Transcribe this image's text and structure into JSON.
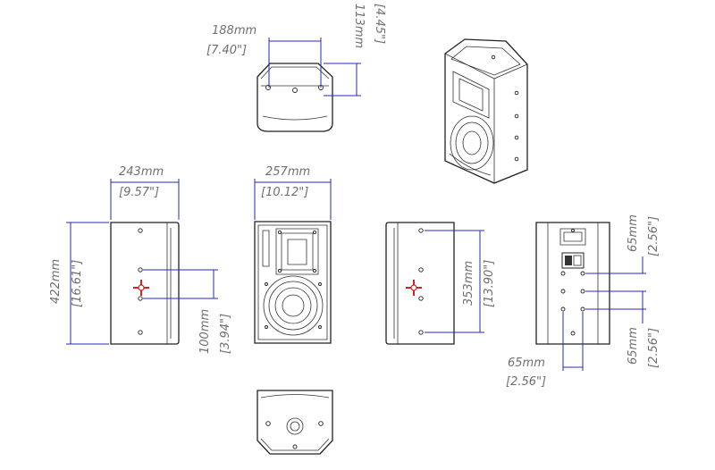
{
  "dimensions": {
    "top_width": {
      "mm": "188mm",
      "in": "[7.40\"]"
    },
    "top_depth": {
      "mm": "113mm",
      "in": "[4.45\"]"
    },
    "side_depth": {
      "mm": "243mm",
      "in": "[9.57\"]"
    },
    "front_width": {
      "mm": "257mm",
      "in": "[10.12\"]"
    },
    "height": {
      "mm": "422mm",
      "in": "[16.61\"]"
    },
    "mount_offset": {
      "mm": "100mm",
      "in": "[3.94\"]"
    },
    "mount_height": {
      "mm": "353mm",
      "in": "[13.90\"]"
    },
    "rear_spacing_upper": {
      "mm": "65mm",
      "in": "[2.56\"]"
    },
    "rear_spacing_lower": {
      "mm": "65mm",
      "in": "[2.56\"]"
    },
    "rear_spacing_horizontal": {
      "mm": "65mm",
      "in": "[2.56\"]"
    }
  },
  "colors": {
    "dimension_line": "#2a2ab8",
    "center_of_gravity": "#d42020",
    "outline": "#222222",
    "label_text": "#6f6f6f"
  }
}
